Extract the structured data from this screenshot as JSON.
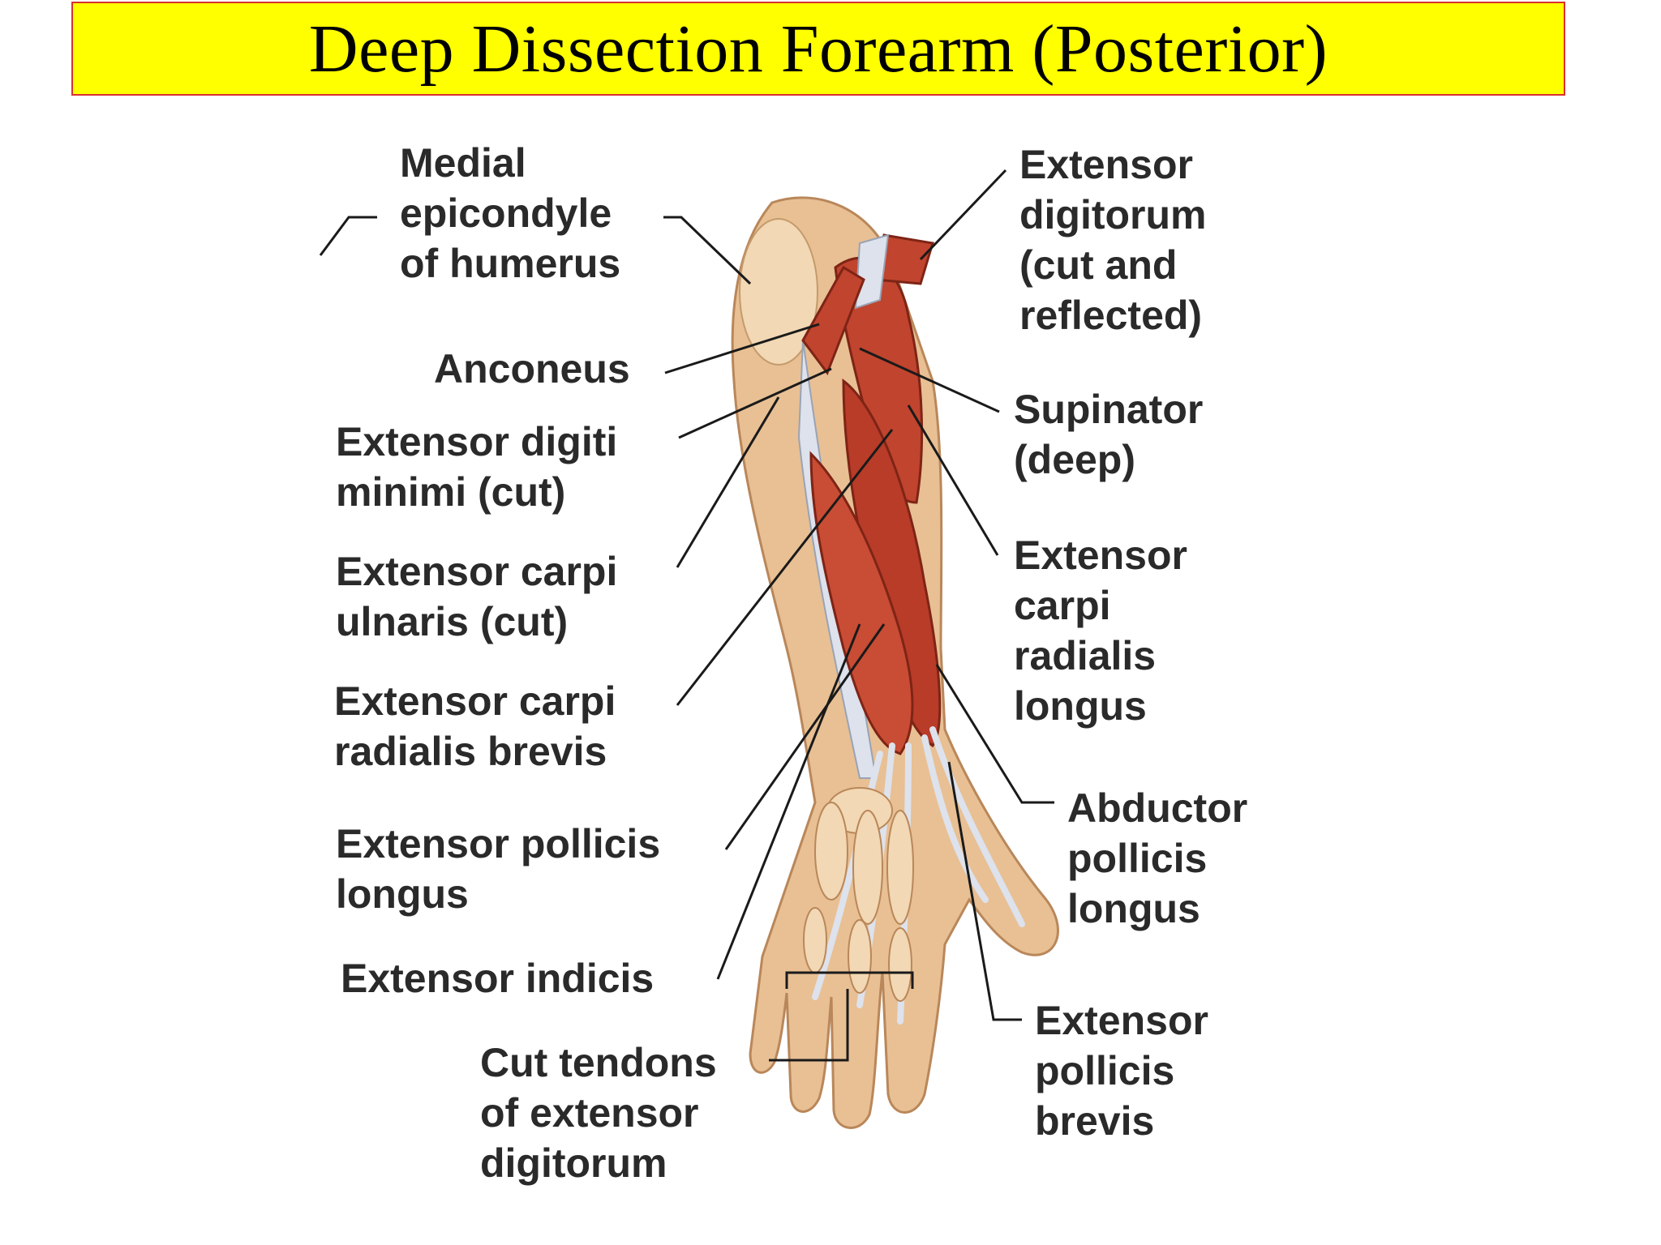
{
  "title": "Deep Dissection Forearm (Posterior)",
  "colors": {
    "title_background": "#ffff00",
    "title_border": "#d93030",
    "skin": "#e8c094",
    "muscle": "#c0442e",
    "tendon": "#dde2ec",
    "bone": "#f2d8b4",
    "leader_line": "#1a1a1a"
  },
  "labels": {
    "medial_epicondyle": [
      "Medial",
      "epicondyle",
      "of humerus"
    ],
    "anconeus": [
      "Anconeus"
    ],
    "extensor_digiti_minimi": [
      "Extensor digiti",
      "minimi (cut)"
    ],
    "extensor_carpi_ulnaris": [
      "Extensor carpi",
      "ulnaris (cut)"
    ],
    "extensor_carpi_radialis_brevis": [
      "Extensor carpi",
      "radialis brevis"
    ],
    "extensor_pollicis_longus": [
      "Extensor pollicis",
      "longus"
    ],
    "extensor_indicis": [
      "Extensor indicis"
    ],
    "cut_tendons": [
      "Cut tendons",
      "of extensor",
      "digitorum"
    ],
    "extensor_digitorum": [
      "Extensor",
      "digitorum",
      "(cut and",
      "reflected)"
    ],
    "supinator": [
      "Supinator",
      "(deep)"
    ],
    "extensor_carpi_radialis_longus": [
      "Extensor",
      "carpi",
      "radialis",
      "longus"
    ],
    "abductor_pollicis_longus": [
      "Abductor",
      "pollicis",
      "longus"
    ],
    "extensor_pollicis_brevis": [
      "Extensor",
      "pollicis",
      "brevis"
    ]
  }
}
